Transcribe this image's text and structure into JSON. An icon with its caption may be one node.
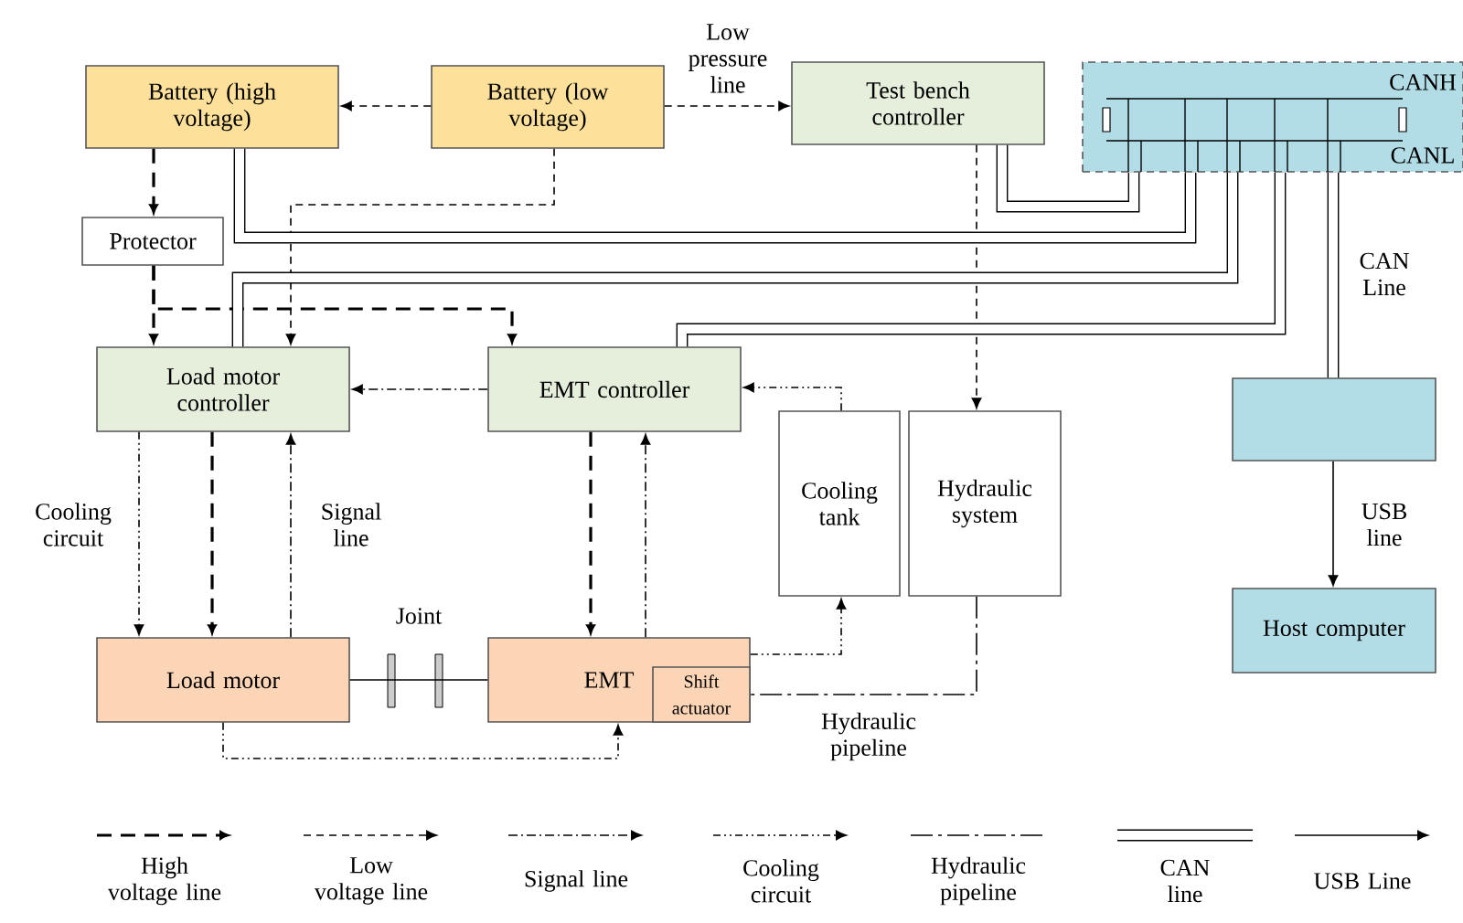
{
  "diagram": {
    "nodes": [
      {
        "text": [
          "Battery (high voltage)"
        ]
      },
      {
        "text": [
          "Battery (low voltage)"
        ]
      },
      {
        "text": [
          "Test bench controller"
        ]
      },
      {
        "text": [
          "CANH",
          "CANL"
        ]
      },
      {
        "text": [
          "Protector"
        ]
      },
      {
        "text": [
          "Load motor controller"
        ]
      },
      {
        "text": [
          "EMT controller"
        ]
      },
      {
        "text": [
          "Cooling tank"
        ]
      },
      {
        "text": [
          "Hydraulic system"
        ]
      },
      {
        "text": [],
        "shape": "box"
      },
      {
        "text": [
          "Host computer"
        ]
      },
      {
        "text": [
          "Load motor"
        ]
      },
      {
        "text": [
          "EMT"
        ]
      },
      {
        "text": [
          "Shift actuator"
        ],
        "in": 12
      }
    ],
    "edges": [
      {
        "from": 1,
        "to": 0,
        "arrow": "to",
        "style": "dashed"
      },
      {
        "from": 1,
        "to": 2,
        "arrow": "to",
        "style": "dashed",
        "label": "Low pressure line"
      },
      {
        "from": 0,
        "to": 4,
        "arrow": "to",
        "style": "dashed"
      },
      {
        "from": 4,
        "to": 5,
        "arrow": "to",
        "style": "dashed"
      },
      {
        "from": 4,
        "to": 6,
        "arrow": "to",
        "style": "dashed"
      },
      {
        "from": 1,
        "to": 5,
        "arrow": "to",
        "style": "dashed"
      },
      {
        "from": 6,
        "to": 5,
        "arrow": "to",
        "style": "dashed"
      },
      {
        "from": 5,
        "to": 11,
        "arrow": "to",
        "style": "dashed",
        "label": "Cooling circuit"
      },
      {
        "from": 5,
        "to": 11,
        "arrow": "to",
        "style": "dashed"
      },
      {
        "from": 11,
        "to": 5,
        "arrow": "to",
        "style": "dashed",
        "label": "Signal line"
      },
      {
        "from": 6,
        "to": 12,
        "arrow": "to",
        "style": "dashed"
      },
      {
        "from": 12,
        "to": 6,
        "arrow": "to",
        "style": "dashed"
      },
      {
        "from": 7,
        "to": 6,
        "arrow": "to",
        "style": "dashed"
      },
      {
        "from": 12,
        "to": 7,
        "arrow": "to",
        "style": "dashed"
      },
      {
        "from": 11,
        "to": 12,
        "arrow": "to",
        "style": "dashed"
      },
      {
        "from": 8,
        "to": 13,
        "arrow": "none",
        "style": "dashed",
        "label": "Hydraulic pipeline"
      },
      {
        "from": 2,
        "to": 8,
        "arrow": "to",
        "style": "dashed"
      },
      {
        "from": 11,
        "to": 12,
        "arrow": "none",
        "label": "Joint"
      },
      {
        "from": 3,
        "to": 0,
        "arrow": "none",
        "style": "thick"
      },
      {
        "from": 3,
        "to": 2,
        "arrow": "none",
        "style": "thick"
      },
      {
        "from": 3,
        "to": 5,
        "arrow": "none",
        "style": "thick"
      },
      {
        "from": 3,
        "to": 6,
        "arrow": "none",
        "style": "thick"
      },
      {
        "from": 3,
        "to": 9,
        "arrow": "none",
        "style": "thick",
        "label": "CAN Line"
      },
      {
        "from": 9,
        "to": 10,
        "arrow": "to",
        "label": "USB line"
      }
    ],
    "legend": [
      {
        "text": "High voltage line"
      },
      {
        "text": "Low voltage line"
      },
      {
        "text": "Signal line"
      },
      {
        "text": "Cooling circuit"
      },
      {
        "text": "Hydraulic pipeline"
      },
      {
        "text": "CAN line"
      },
      {
        "text": "USB Line"
      }
    ]
  }
}
